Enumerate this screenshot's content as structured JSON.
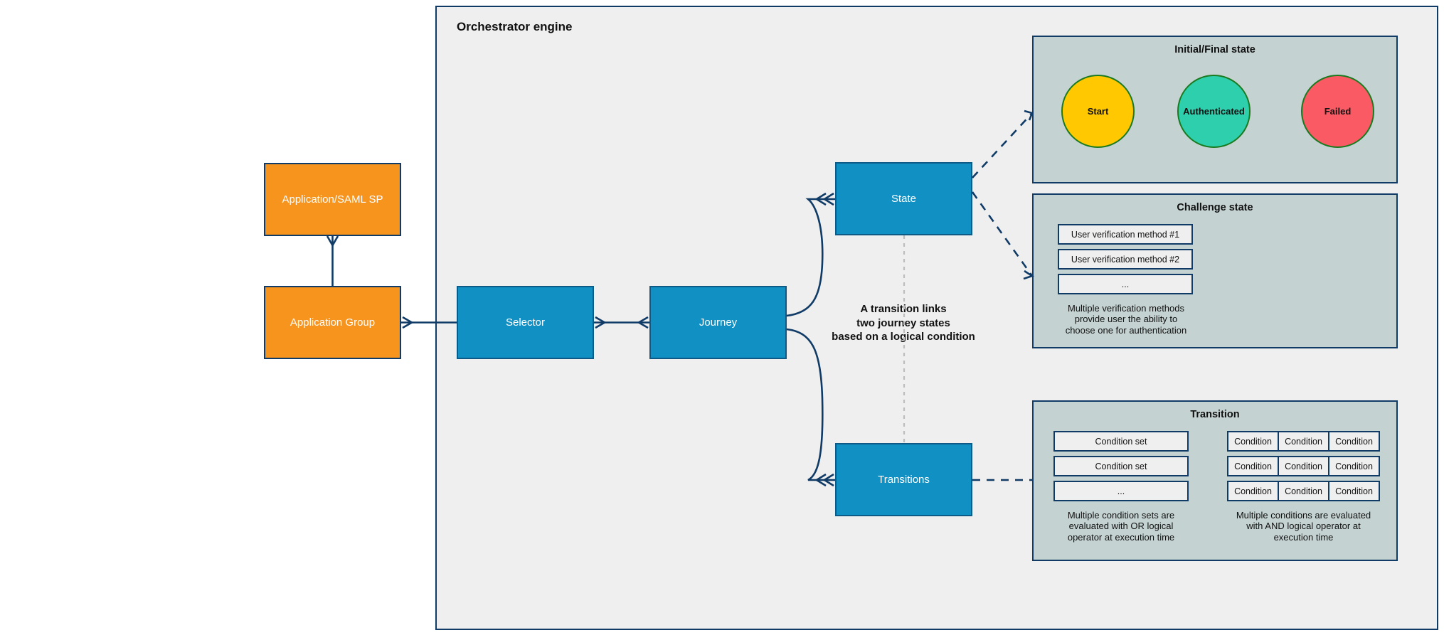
{
  "engine": {
    "title": "Orchestrator engine"
  },
  "entities": {
    "app_saml_sp": "Application/SAML SP",
    "application_group": "Application Group",
    "selector": "Selector",
    "journey": "Journey",
    "state": "State",
    "transitions": "Transitions"
  },
  "center_note": {
    "line1": "A transition links",
    "line2": "two journey states",
    "line3": "based on a logical condition"
  },
  "initial_final_state": {
    "title": "Initial/Final state",
    "circles": [
      {
        "label": "Start",
        "color": "#FFC800"
      },
      {
        "label": "Authenticated",
        "color": "#2ECFAD"
      },
      {
        "label": "Failed",
        "color": "#FA5A64"
      }
    ]
  },
  "challenge_state": {
    "title": "Challenge state",
    "methods": [
      "User verification method #1",
      "User verification method #2",
      "..."
    ],
    "note": "Multiple verification methods\nprovide user the ability to\nchoose one for authentication",
    "note_lines": [
      "Multiple verification methods",
      "provide user the ability to",
      "choose one for authentication"
    ]
  },
  "transition": {
    "title": "Transition",
    "condition_sets": [
      "Condition set",
      "Condition set",
      "..."
    ],
    "conditions_grid": [
      [
        "Condition",
        "Condition",
        "Condition"
      ],
      [
        "Condition",
        "Condition",
        "Condition"
      ],
      [
        "Condition",
        "Condition",
        "Condition"
      ]
    ],
    "left_note_lines": [
      "Multiple condition sets are",
      "evaluated with OR logical",
      "operator at execution time"
    ],
    "right_note_lines": [
      "Multiple conditions are evaluated",
      "with AND logical operator at",
      "execution time"
    ]
  },
  "colors": {
    "orange": "#F7941E",
    "blue": "#1190C4",
    "border_navy": "#103B66",
    "group_bg": "#C5D2D2",
    "engine_bg": "#EFEFEF"
  }
}
